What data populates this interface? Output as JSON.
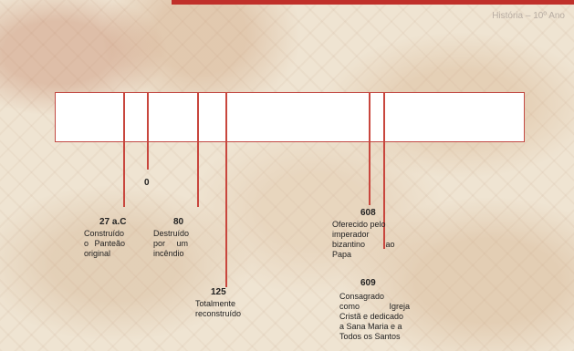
{
  "header": {
    "title": "História – 10º Ano"
  },
  "events": [
    {
      "year": "27 a.C",
      "desc": [
        "Construído",
        "o Panteão",
        "original"
      ]
    },
    {
      "year": "0",
      "desc": []
    },
    {
      "year": "80",
      "desc": [
        "Destruído",
        "por um",
        "incêndio"
      ]
    },
    {
      "year": "125",
      "desc": [
        "Totalmente",
        "reconstruído"
      ]
    },
    {
      "year": "608",
      "desc": [
        "Oferecido pelo",
        "imperador",
        "bizantino ao",
        "Papa"
      ]
    },
    {
      "year": "609",
      "desc": [
        "Consagrado",
        "como Igreja",
        "Cristã e dedicado",
        "a Sana Maria e a",
        "Todos os Santos"
      ]
    }
  ],
  "colors": {
    "accent": "#c8463d",
    "bar": "#c0302a"
  }
}
